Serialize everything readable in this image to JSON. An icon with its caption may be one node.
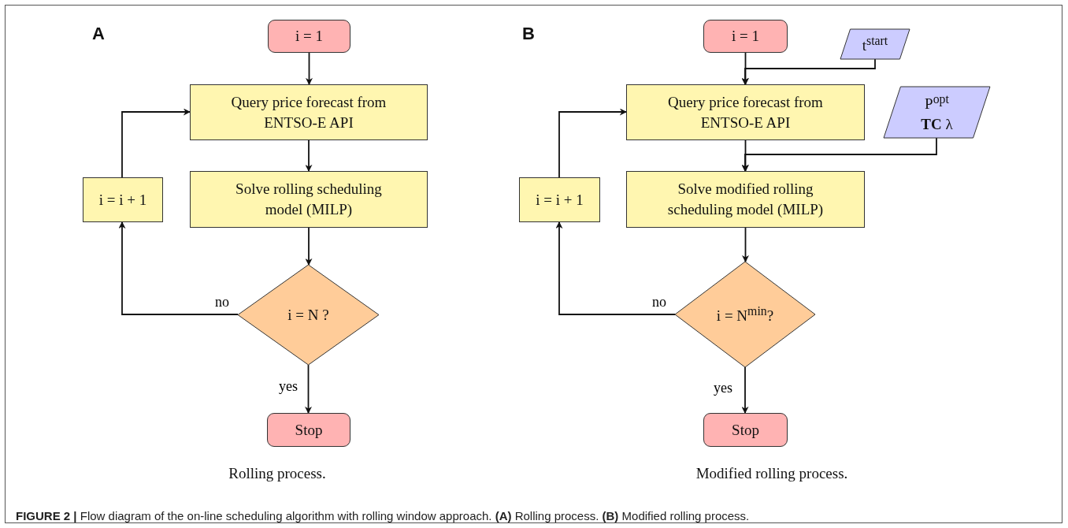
{
  "diagram": {
    "caption": "**FIGURE 2 |** Flow diagram of the on-line scheduling algorithm with rolling window approach. **(A)** Rolling process. **(B)** Modified rolling process.",
    "nodes": [
      {
        "text": [
          "i = 1"
        ]
      },
      {
        "text": [
          "Query price forecast from ENTSO-E API"
        ]
      },
      {
        "text": [
          "Solve rolling scheduling model (MILP)"
        ]
      },
      {
        "text": [
          "i = N ?"
        ]
      },
      {
        "text": [
          "Stop"
        ]
      },
      {
        "text": [
          "i = i + 1"
        ]
      },
      {
        "text": [
          "i = 1"
        ]
      },
      {
        "text": [
          "t$^{start}$"
        ]
      },
      {
        "text": [
          "Query price forecast from ENTSO-E API"
        ]
      },
      {
        "text": [
          "P$^{opt}$",
          "**TC** λ"
        ]
      },
      {
        "text": [
          "Solve modified rolling scheduling model (MILP)"
        ]
      },
      {
        "text": [
          "i = N$^{min}$?"
        ]
      },
      {
        "text": [
          "Stop"
        ]
      },
      {
        "text": [
          "i = i + 1"
        ]
      }
    ],
    "edges": [
      {
        "from": 0,
        "to": 1,
        "arrow": "to"
      },
      {
        "from": 1,
        "to": 2,
        "arrow": "to"
      },
      {
        "from": 2,
        "to": 3,
        "arrow": "to"
      },
      {
        "from": 3,
        "to": 4,
        "arrow": "to",
        "label": "yes"
      },
      {
        "from": 3,
        "to": 5,
        "arrow": "to",
        "label": "no"
      },
      {
        "from": 5,
        "to": 1,
        "arrow": "to"
      },
      {
        "from": 6,
        "to": 8,
        "arrow": "to"
      },
      {
        "from": 7,
        "to": 8,
        "arrow": "to"
      },
      {
        "from": 8,
        "to": 10,
        "arrow": "to"
      },
      {
        "from": 9,
        "to": 10,
        "arrow": "to"
      },
      {
        "from": 10,
        "to": 11,
        "arrow": "to"
      },
      {
        "from": 11,
        "to": 12,
        "arrow": "to",
        "label": "yes"
      },
      {
        "from": 11,
        "to": 13,
        "arrow": "to",
        "label": "no"
      },
      {
        "from": 13,
        "to": 8,
        "arrow": "to"
      }
    ],
    "labels": [
      "A",
      "B",
      "Rolling process.",
      "Modified rolling process."
    ]
  }
}
